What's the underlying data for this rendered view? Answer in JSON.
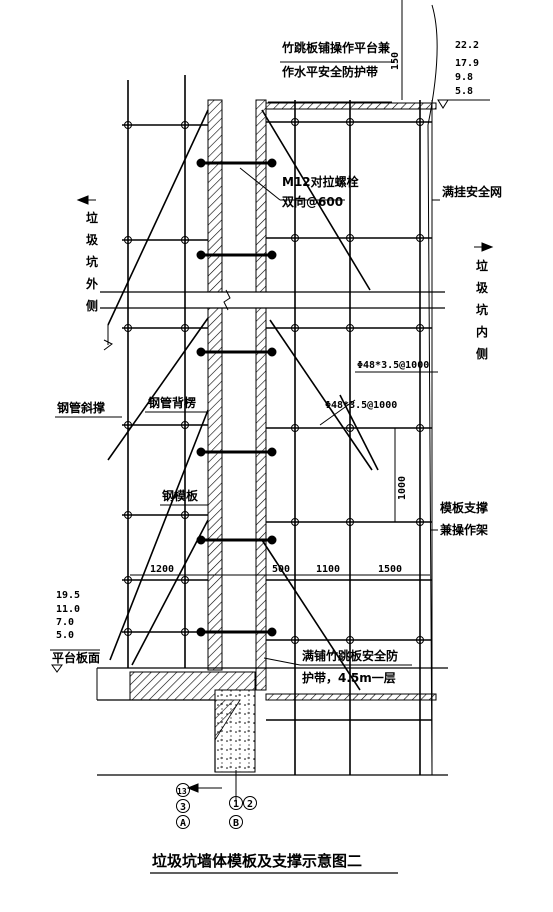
{
  "labels": {
    "bamboo_platform_1": "竹跳板铺操作平台兼",
    "bamboo_platform_2": "作水平安全防护带",
    "bolt_1": "M12对拉螺栓",
    "bolt_2": "双向@600",
    "safety_net": "满挂安全网",
    "outside_chars": [
      "垃",
      "圾",
      "坑",
      "外",
      "侧"
    ],
    "inside_chars": [
      "垃",
      "圾",
      "坑",
      "内",
      "侧"
    ],
    "pipe_spec_1": "Φ48*3.5@1000",
    "pipe_spec_2": "Φ48*3.5@1000",
    "steel_brace": "钢管斜撑",
    "steel_back": "钢管背楞",
    "steel_form": "钢模板",
    "support_frame_1": "模板支撑",
    "support_frame_2": "兼操作架",
    "platform_face": "平台板面",
    "bottom_bamboo_1": "满铺竹跳板安全防",
    "bottom_bamboo_2": "护带，4.5m一层"
  },
  "elevations_right": [
    "22.2",
    "17.9",
    "9.8",
    "5.8"
  ],
  "elevations_left": [
    "19.5",
    "11.0",
    "7.0",
    "5.0"
  ],
  "dimensions": {
    "spacing_left": "1200",
    "dim_500": "500",
    "dim_1100": "1100",
    "dim_1500": "1500",
    "vertical_1000": "1000",
    "top_150": "150"
  },
  "axis_marks": {
    "left_col": [
      "13",
      "3",
      "A"
    ],
    "right_col": [
      "1",
      "2",
      "B"
    ]
  },
  "title": "垃圾坑墙体模板及支撑示意图二"
}
